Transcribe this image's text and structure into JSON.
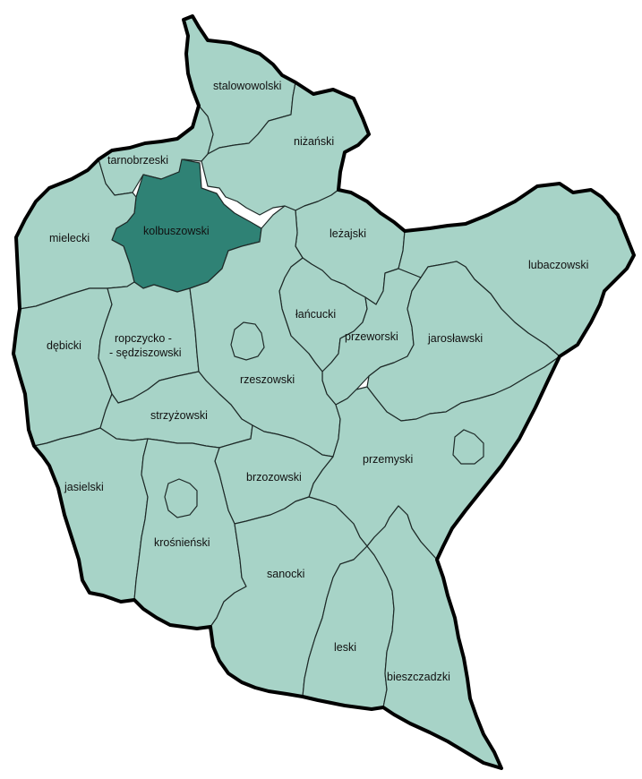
{
  "colors": {
    "county_fill": "#a7d3c7",
    "highlight_fill": "#2f8275",
    "border": "#1e2a28",
    "outline": "#000000",
    "background": "#ffffff"
  },
  "counties": [
    {
      "id": "stalowowolski",
      "label": "stalowowolski",
      "highlighted": false
    },
    {
      "id": "nizanski",
      "label": "niżański",
      "highlighted": false
    },
    {
      "id": "tarnobrzeski",
      "label": "tarnobrzeski",
      "highlighted": false
    },
    {
      "id": "kolbuszowski",
      "label": "kolbuszowski",
      "highlighted": true
    },
    {
      "id": "mielecki",
      "label": "mielecki",
      "highlighted": false
    },
    {
      "id": "lezajski",
      "label": "leżajski",
      "highlighted": false
    },
    {
      "id": "lubaczowski",
      "label": "lubaczowski",
      "highlighted": false
    },
    {
      "id": "lancucki",
      "label": "łańcucki",
      "highlighted": false
    },
    {
      "id": "debicki",
      "label": "dębicki",
      "highlighted": false
    },
    {
      "id": "ropczycko",
      "label": "ropczycko -",
      "label2": "- sędziszowski",
      "highlighted": false
    },
    {
      "id": "przeworski",
      "label": "przeworski",
      "highlighted": false
    },
    {
      "id": "jaroslawski",
      "label": "jarosławski",
      "highlighted": false
    },
    {
      "id": "rzeszowski",
      "label": "rzeszowski",
      "highlighted": false
    },
    {
      "id": "strzyzowski",
      "label": "strzyżowski",
      "highlighted": false
    },
    {
      "id": "przemyski",
      "label": "przemyski",
      "highlighted": false
    },
    {
      "id": "brzozowski",
      "label": "brzozowski",
      "highlighted": false
    },
    {
      "id": "jasielski",
      "label": "jasielski",
      "highlighted": false
    },
    {
      "id": "krosnienski",
      "label": "krośnieński",
      "highlighted": false
    },
    {
      "id": "sanocki",
      "label": "sanocki",
      "highlighted": false
    },
    {
      "id": "leski",
      "label": "leski",
      "highlighted": false
    },
    {
      "id": "bieszczadzki",
      "label": "bieszczadzki",
      "highlighted": false
    }
  ]
}
